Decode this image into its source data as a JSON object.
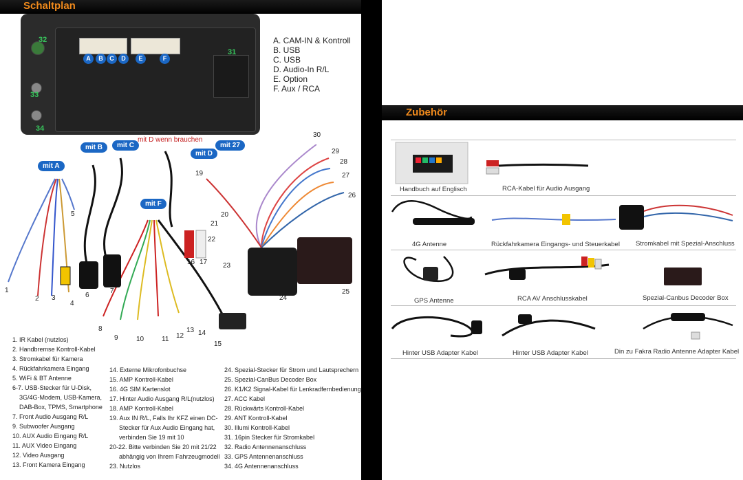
{
  "left_title": "Schaltplan",
  "right_title": "Zubehör",
  "connector_labels": [
    "A",
    "B",
    "C",
    "D",
    "E",
    "F"
  ],
  "port_numbers": [
    "32",
    "33",
    "34",
    "31"
  ],
  "legend": [
    "A. CAM-IN & Kontroll",
    "B. USB",
    "C. USB",
    "D. Audio-In R/L",
    "E. Option",
    "F. Aux / RCA"
  ],
  "pills": [
    "mit A",
    "mit B",
    "mit C",
    "mit D",
    "mit 27",
    "mit F"
  ],
  "red_note": "mit  D wenn brauchen",
  "cable_numbers": [
    "1",
    "2",
    "3",
    "4",
    "5",
    "6",
    "7",
    "8",
    "9",
    "10",
    "11",
    "12",
    "13",
    "14",
    "15",
    "16",
    "17",
    "19",
    "20",
    "21",
    "22",
    "23",
    "24",
    "25",
    "26",
    "27",
    "28",
    "29",
    "30"
  ],
  "notes_col1": [
    "1. IR Kabel (nutzlos)",
    "2. Handbremse Kontroll-Kabel",
    "3. Stromkabel für Kamera",
    "4. Rückfahrkamera Eingang",
    "5. WiFi & BT Antenne",
    "6-7. USB-Stecker für U-Disk,",
    "3G/4G-Modem, USB-Kamera,",
    "DAB-Box, TPMS, Smartphone",
    "7. Front Audio Ausgang R/L",
    "9. Subwoofer Ausgang",
    "10. AUX Audio Eingang R/L",
    "11. AUX Video Eingang",
    "12. Video Ausgang",
    "13. Front Kamera Eingang"
  ],
  "notes_col2": [
    "14. Externe Mikrofonbuchse",
    "15. AMP Kontroll-Kabel",
    "16. 4G SIM Kartenslot",
    "17. Hinter Audio Ausgang R/L(nutzlos)",
    "18. AMP Kontroll-Kabel",
    "19. Aux IN R/L, Falls Ihr KFZ einen DC-",
    "Stecker für Aux Audio Eingang hat,",
    "verbinden Sie 19 mit 10",
    "20-22. Bitte verbinden Sie 20 mit 21/22",
    "abhängig von Ihrem Fahrzeugmodell",
    "23. Nutzlos"
  ],
  "notes_col3": [
    "24. Spezial-Stecker für Strom und Lautsprechern",
    "25. Spezial-CanBus Decoder Box",
    "26. K1/K2 Signal-Kabel für Lenkradfernbedienung",
    "27. ACC Kabel",
    "28. Rückwärts Kontroll-Kabel",
    "29. ANT Kontroll-Kabel",
    "30. Illumi Kontroll-Kabel",
    "31. 16pin Stecker für Stromkabel",
    "32. Radio Antennenanschluss",
    "33. GPS Antennenanschluss",
    "34. 4G Antennenanschluss"
  ],
  "accessories": [
    "Handbuch auf Englisch",
    "RCA-Kabel für Audio Ausgang",
    "4G Antenne",
    "Rückfahrkamera Eingangs- und Steuerkabel",
    "Stromkabel mit Spezial-Anschluss",
    "GPS Antenne",
    "RCA AV Anschlusskabel",
    "Spezial-Canbus Decoder Box",
    "Hinter USB Adapter Kabel",
    "Hinter USB Adapter Kabel",
    "Din zu Fakra Radio Antenne Adapter Kabel"
  ],
  "colors": {
    "title_orange": "#f08a1c",
    "callout_blue": "#1b67c4",
    "port_green": "#38c45c",
    "note_red": "#c41e1e"
  }
}
